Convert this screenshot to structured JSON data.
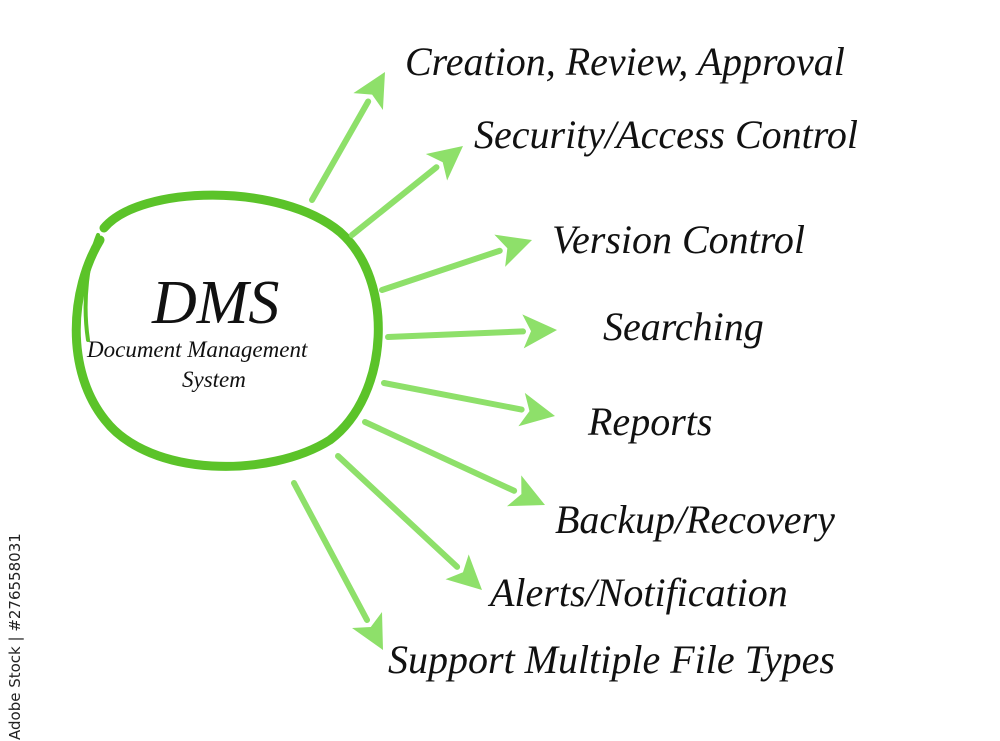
{
  "center": {
    "title": "DMS",
    "subtitle_line1": "Document Management",
    "subtitle_line2": "System"
  },
  "features": [
    "Creation, Review, Approval",
    "Security/Access Control",
    "Version Control",
    "Searching",
    "Reports",
    "Backup/Recovery",
    "Alerts/Notification",
    "Support Multiple File Types"
  ],
  "watermark": "Adobe Stock | #276558031",
  "colors": {
    "circle": "#5bc329",
    "arrow": "#8ee06a",
    "text": "#111111"
  }
}
